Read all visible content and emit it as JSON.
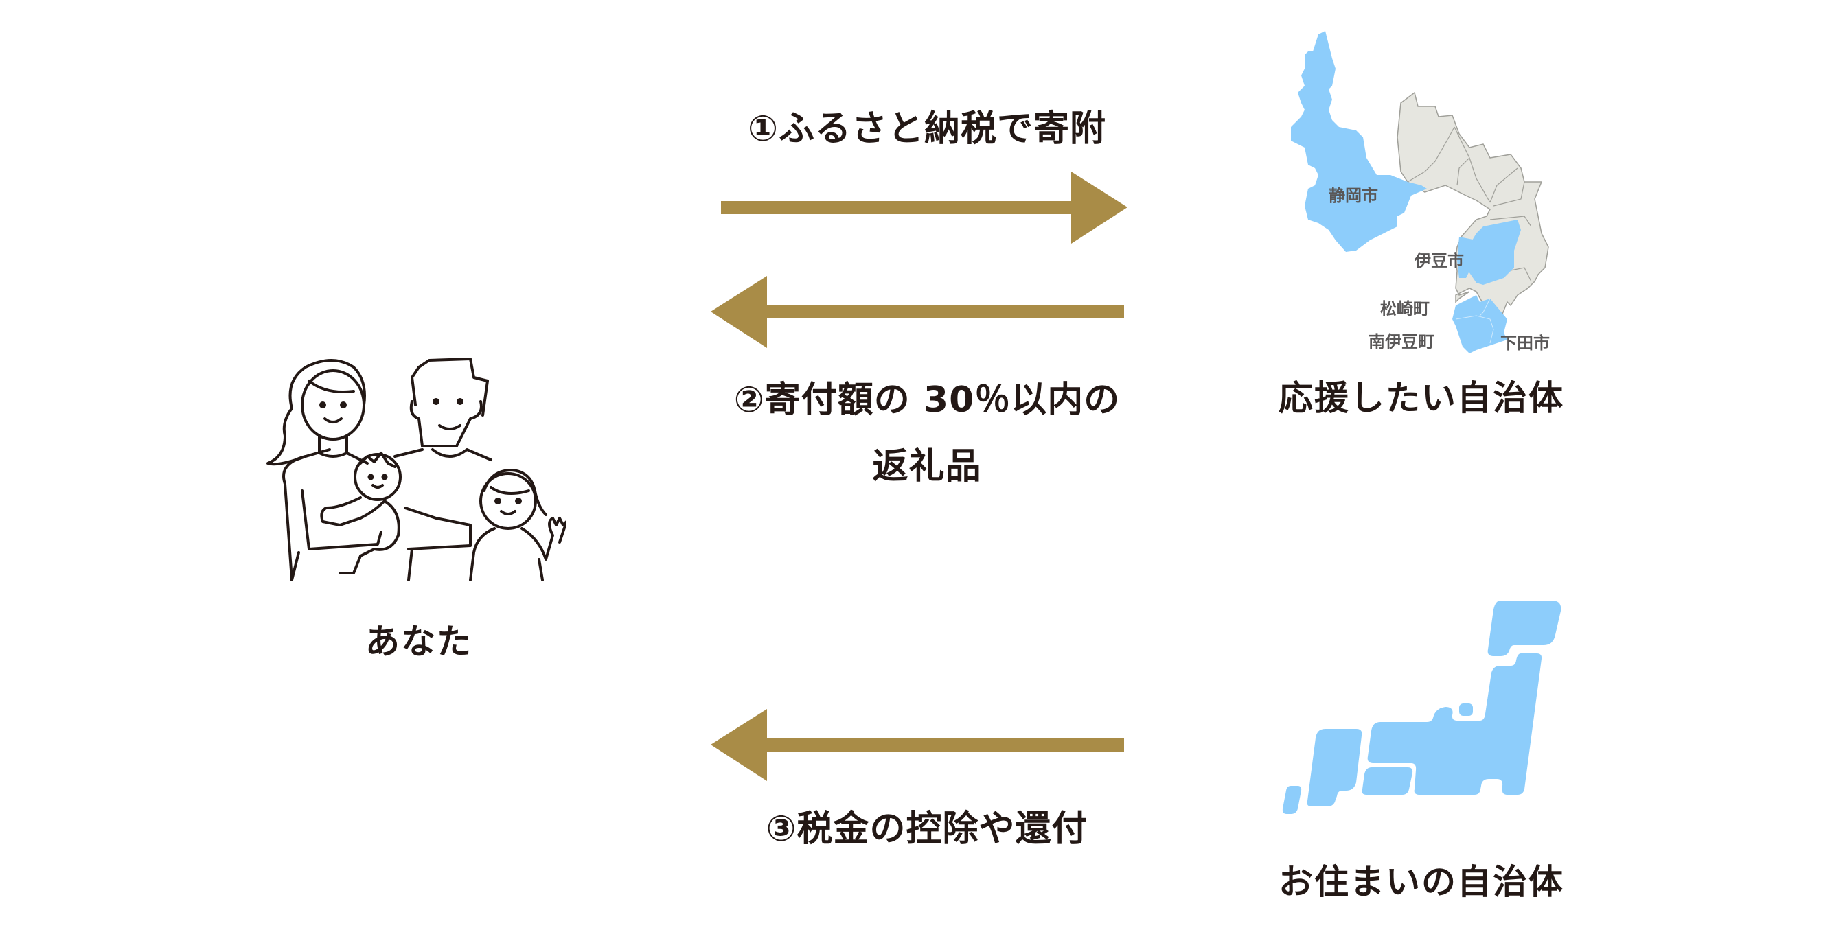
{
  "colors": {
    "arrow": "#A98C47",
    "text": "#231815",
    "highlight_blue": "#8DCDFB",
    "map_gray": "#E6E6E0",
    "map_border": "#A0A09A",
    "map_label": "#595757"
  },
  "you": {
    "label": "あなた",
    "icon": "family-illustration"
  },
  "steps": [
    {
      "number": "①",
      "text": "ふるさと納税で寄附",
      "direction": "right"
    },
    {
      "number": "②",
      "line1": "寄付額の 30％以内の",
      "line2": "返礼品",
      "direction": "left"
    },
    {
      "number": "③",
      "text": "税金の控除や還付",
      "direction": "left"
    }
  ],
  "supported_municipality": {
    "label": "応援したい自治体",
    "map_labels": [
      "静岡市",
      "伊豆市",
      "松崎町",
      "南伊豆町",
      "下田市"
    ]
  },
  "home_municipality": {
    "label": "お住まいの自治体",
    "icon": "japan-map-icon"
  }
}
